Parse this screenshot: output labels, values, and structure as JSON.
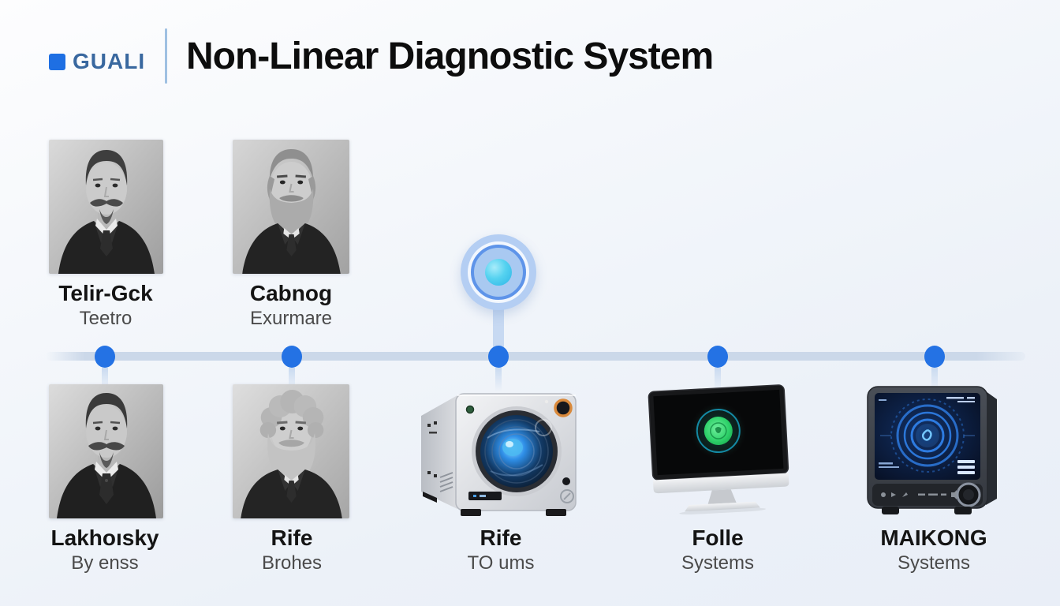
{
  "header": {
    "logo_text": "GUALI",
    "title": "Non-Linear Diagnostic System"
  },
  "timeline": {
    "top_items": [
      {
        "name": "Telir-Gck",
        "subtitle": "Teetro",
        "icon": "portrait-photo"
      },
      {
        "name": "Cabnog",
        "subtitle": "Exurmare",
        "icon": "portrait-photo"
      }
    ],
    "bottom_items": [
      {
        "name": "Lakhoısky",
        "subtitle": "By enss",
        "icon": "portrait-photo"
      },
      {
        "name": "Rife",
        "subtitle": "Brohes",
        "icon": "portrait-photo"
      },
      {
        "name": "Rife",
        "subtitle": "TO ums",
        "icon": "frequency-generator-device"
      },
      {
        "name": "Folle",
        "subtitle": "Systems",
        "icon": "desktop-monitor-device"
      },
      {
        "name": "MAIKONG",
        "subtitle": "Systems",
        "icon": "diagnostic-tablet-device"
      }
    ],
    "marker_icon": "timeline-highlight-marker",
    "dot_count": 5
  },
  "colors": {
    "accent_blue": "#2472e4",
    "logo_blue": "#1e6fe3",
    "logo_text_blue": "#39689f",
    "timeline_line": "#cbd8e9",
    "marker_light_blue": "#b4cef3",
    "marker_cyan": "#55d2f0",
    "title_black": "#0d0d0d",
    "subtitle_gray": "#4a4a4a",
    "monitor_glow_green": "#2fd26a",
    "device_screen_blue": "#2f7fe8"
  }
}
